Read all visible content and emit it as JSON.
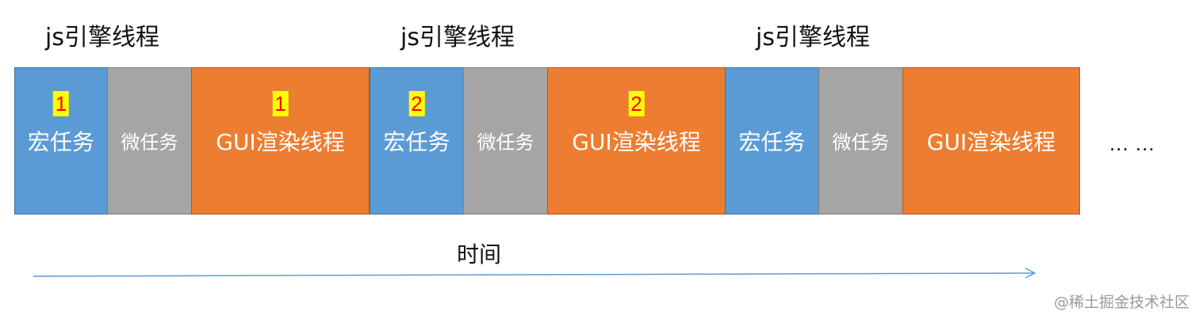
{
  "thread_labels": [
    "js引擎线程",
    "js引擎线程",
    "js引擎线程"
  ],
  "cycles": [
    {
      "badge": "1",
      "macro": "宏任务",
      "micro": "微任务",
      "gui": "GUI渲染线程"
    },
    {
      "badge": "2",
      "macro": "宏任务",
      "micro": "微任务",
      "gui": "GUI渲染线程"
    },
    {
      "badge": "",
      "macro": "宏任务",
      "micro": "微任务",
      "gui": "GUI渲染线程"
    }
  ],
  "ellipsis": "... ...",
  "time_label": "时间",
  "watermark": "@稀土掘金技术社区",
  "colors": {
    "macro": "#5b9bd5",
    "micro": "#a5a5a5",
    "gui": "#ed7d31",
    "badge_bg": "#ffff00",
    "badge_text": "#ff0000",
    "arrow": "#5b9bd5"
  }
}
